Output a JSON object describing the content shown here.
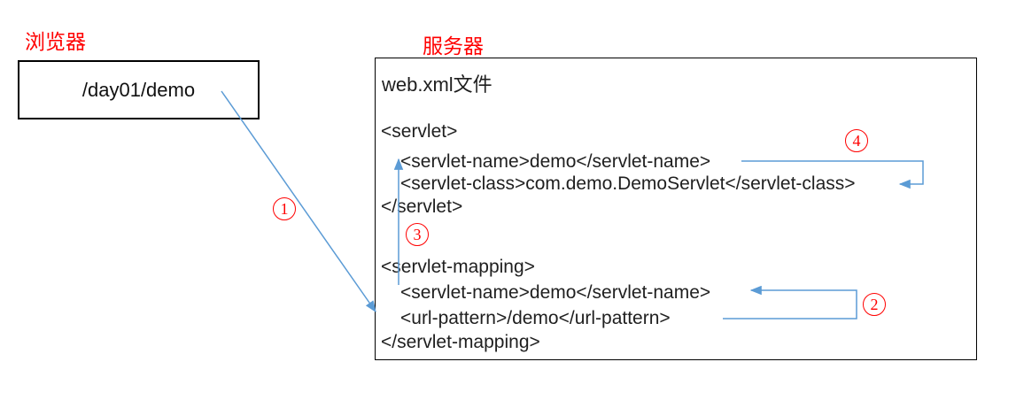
{
  "header": {
    "browser_label": "浏览器",
    "server_label": "服务器"
  },
  "browser": {
    "request_path": "/day01/demo"
  },
  "server": {
    "file_title": "web.xml文件",
    "code_lines": [
      "<servlet>",
      "<servlet-name>demo</servlet-name>",
      "<servlet-class>com.demo.DemoServlet</servlet-class>",
      "</servlet>",
      "<servlet-mapping>",
      "<servlet-name>demo</servlet-name>",
      "<url-pattern>/demo</url-pattern>",
      "</servlet-mapping>"
    ]
  },
  "steps": [
    {
      "number": "1"
    },
    {
      "number": "2"
    },
    {
      "number": "3"
    },
    {
      "number": "4"
    }
  ],
  "colors": {
    "connector_blue": "#5B9BD5",
    "label_red": "#FF0000",
    "box_border": "#000000",
    "code_text": "#1F1F1F"
  }
}
